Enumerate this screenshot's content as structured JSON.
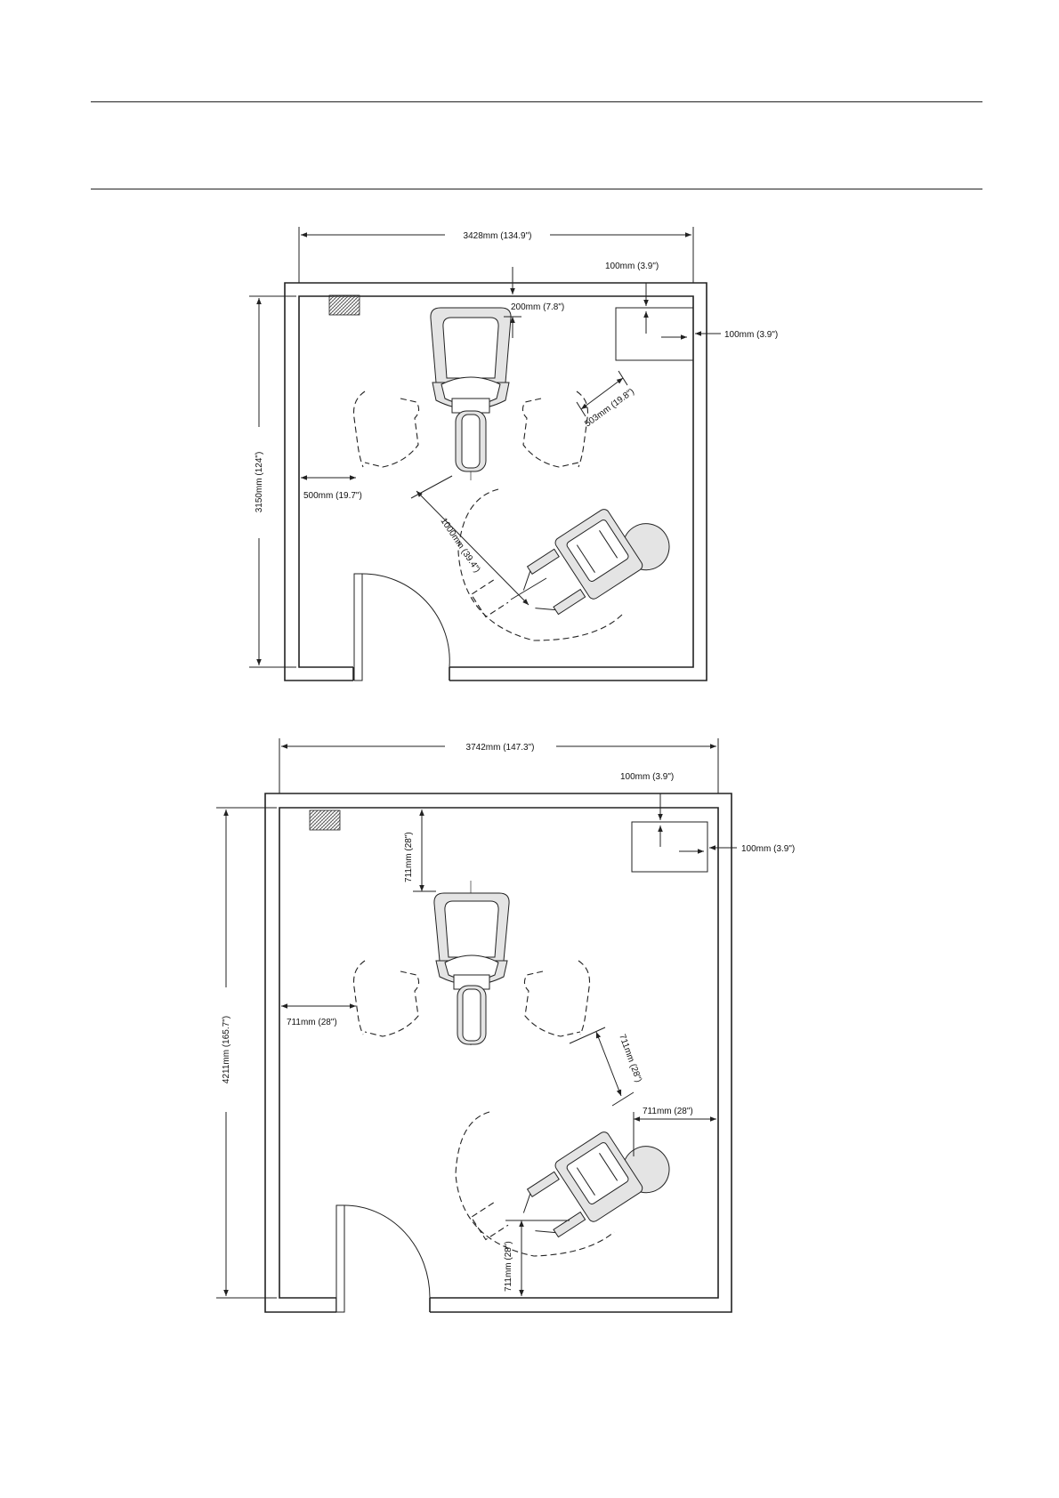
{
  "plan1": {
    "width": "3428mm  (134.9\")",
    "height": "3150mm  (124\")",
    "sink_top_offset": "100mm  (3.9\")",
    "sink_right_offset": "100mm  (3.9\")",
    "toilet_to_wall": "200mm  (7.8\")",
    "sink_clearance": "503mm  (19.8\")",
    "side_clearance": "500mm  (19.7\")",
    "turning_radius": "1000mm  (39.4\")"
  },
  "plan2": {
    "width": "3742mm  (147.3\")",
    "height": "4211mm  (165.7\")",
    "sink_top_offset": "100mm  (3.9\")",
    "sink_right_offset": "100mm  (3.9\")",
    "toilet_to_wall": "711mm  (28\")",
    "side_clearance": "711mm  (28\")",
    "sink_clearance": "711mm  (28\")",
    "wheelchair_to_wall": "711mm  (28\")",
    "wheelchair_bottom": "711mm  (28\")"
  }
}
